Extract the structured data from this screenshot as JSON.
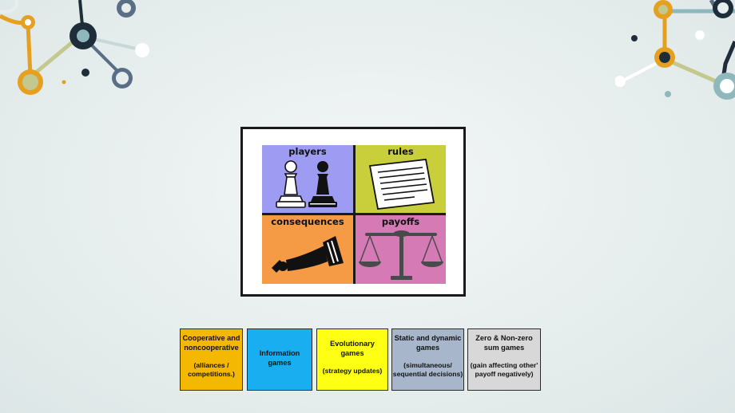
{
  "figure": {
    "quadrants": [
      {
        "label": "players"
      },
      {
        "label": "rules"
      },
      {
        "label": "consequences"
      },
      {
        "label": "payoffs"
      }
    ]
  },
  "categories": [
    {
      "title": "Cooperative and noncooperative",
      "subtitle": "(alliances / competitions.)",
      "color": "#f5b800"
    },
    {
      "title": "Information games",
      "subtitle": "",
      "color": "#18aef0"
    },
    {
      "title": "Evolutionary games",
      "subtitle": "(strategy updates)",
      "color": "#ffff14"
    },
    {
      "title": "Static and dynamic games",
      "subtitle": "(simultaneous/ sequential decisions)",
      "color": "#a8b6cc"
    },
    {
      "title": "Zero & Non-zero sum games",
      "subtitle": "(gain affecting other' payoff negatively)",
      "color": "#d8d8d8"
    }
  ],
  "decoration_colors": {
    "orange": "#e5a020",
    "navy": "#1f2c3a",
    "teal": "#8fb8bd",
    "olive": "#c3c98e"
  }
}
